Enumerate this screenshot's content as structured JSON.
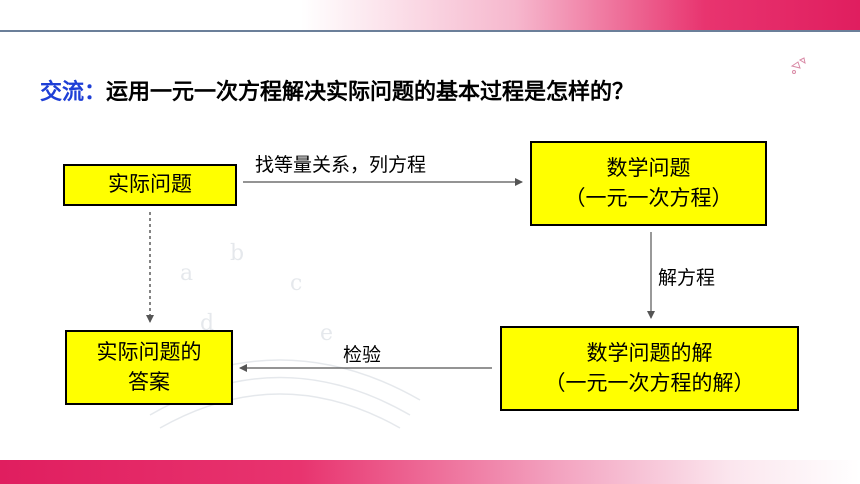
{
  "title": {
    "lead": "交流：",
    "text": "运用一元一次方程解决实际问题的基本过程是怎样的？"
  },
  "boxes": {
    "real_problem": "实际问题",
    "math_problem_line1": "数学问题",
    "math_problem_line2": "（一元一次方程）",
    "answer_line1": "实际问题的",
    "answer_line2": "答案",
    "math_solution_line1": "数学问题的解",
    "math_solution_line2": "（一元一次方程的解）"
  },
  "labels": {
    "find_relation": "找等量关系，列方程",
    "solve": "解方程",
    "check": "检验"
  },
  "colors": {
    "title_lead": "#1e3fd6",
    "box_fill": "#ffff00",
    "accent": "#e01e5f"
  }
}
